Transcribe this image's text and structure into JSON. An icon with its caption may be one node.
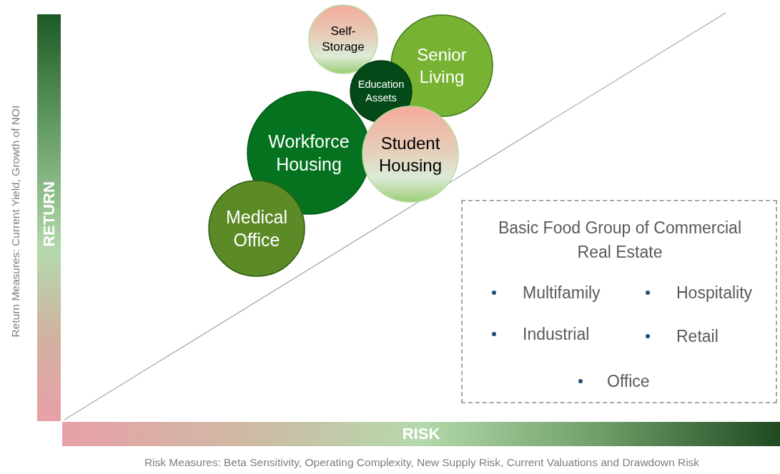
{
  "diagram": {
    "nodes": [
      {
        "text": [
          "Self- Storage"
        ]
      },
      {
        "text": [
          "Senior Living"
        ]
      },
      {
        "text": [
          "Education Assets"
        ]
      },
      {
        "text": [
          "Workforce Housing"
        ]
      },
      {
        "text": [
          "Student Housing"
        ]
      },
      {
        "text": [
          "Medical Office"
        ]
      },
      {
        "text": [
          "Basic Food Group of Commercial Real Estate",
          "Multifamily",
          "Hospitality",
          "Industrial",
          "Retail",
          "Office"
        ]
      },
      {
        "text": [
          "RETURN"
        ]
      },
      {
        "text": [
          "RISK"
        ]
      }
    ],
    "labels": [
      "Return Measures: Current Yield, Growth of NOI",
      "Risk Measures: Beta Sensitivity, Operating Complexity, New Supply Risk, Current Valuations and Drawdown Risk"
    ]
  }
}
